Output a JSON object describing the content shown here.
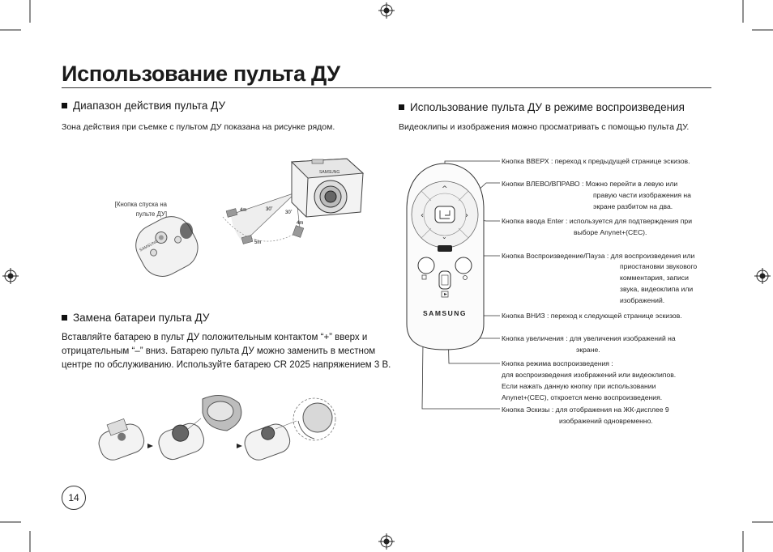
{
  "title": "Использование пульта ДУ",
  "left": {
    "section1_heading": "Диапазон действия пульта ДУ",
    "section1_text": "Зона действия при съемке с пультом ДУ показана на рисунке рядом.",
    "shutter_label_line1": "[Кнопка спуска на",
    "shutter_label_line2": "пульте ДУ]",
    "camera_brand": "SAMSUNG",
    "remote_brand": "SAMSUNG",
    "distance_labels": [
      "4m",
      "30˚",
      "30˚",
      "4m",
      "5m"
    ],
    "section2_heading": "Замена батареи пульта ДУ",
    "section2_lines": [
      "Вставляйте батарею в пульт ДУ положительным контактом “+” вверх и",
      "отрицательным “–” вниз. Батарею пульта ДУ можно заменить в местном",
      "центре по обслуживанию. Используйте батарею CR 2025 напряжением 3 В."
    ]
  },
  "right": {
    "section_heading": "Использование пульта ДУ в режиме воспроизведения",
    "section_text": "Видеоклипы и изображения можно просматривать с помощью пульта ДУ.",
    "remote_brand": "SAMSUNG",
    "annotations": [
      "Кнопка ВВЕРХ : переход к предыдущей странице эскизов.",
      "Кнопки ВЛЕВО/ВПРАВО : Можно перейти в левую или",
      "правую части изображения на",
      "экране разбитом на два.",
      "Кнопка ввода Enter : используется для подтверждения при",
      "выборе Anynet+(CEC).",
      "Кнопка Воспроизведение/Пауза : для воспроизведения или",
      "приостановки звукового",
      "комментария, записи",
      "звука, видеоклипа или",
      "изображений.",
      "Кнопка ВНИЗ : переход к следующей странице эскизов.",
      "Кнопка увеличения : для увеличения изображений на",
      "экране.",
      "Кнопка режима воспроизведения :",
      "для воспроизведения изображений или видеоклипов.",
      "Если нажать данную кнопку при использовании",
      "Anynet+(CEC), откроется меню воспроизведения.",
      "Кнопка Эскизы : для отображения на ЖК-дисплее 9",
      "изображений одновременно."
    ]
  },
  "page_number": "14"
}
